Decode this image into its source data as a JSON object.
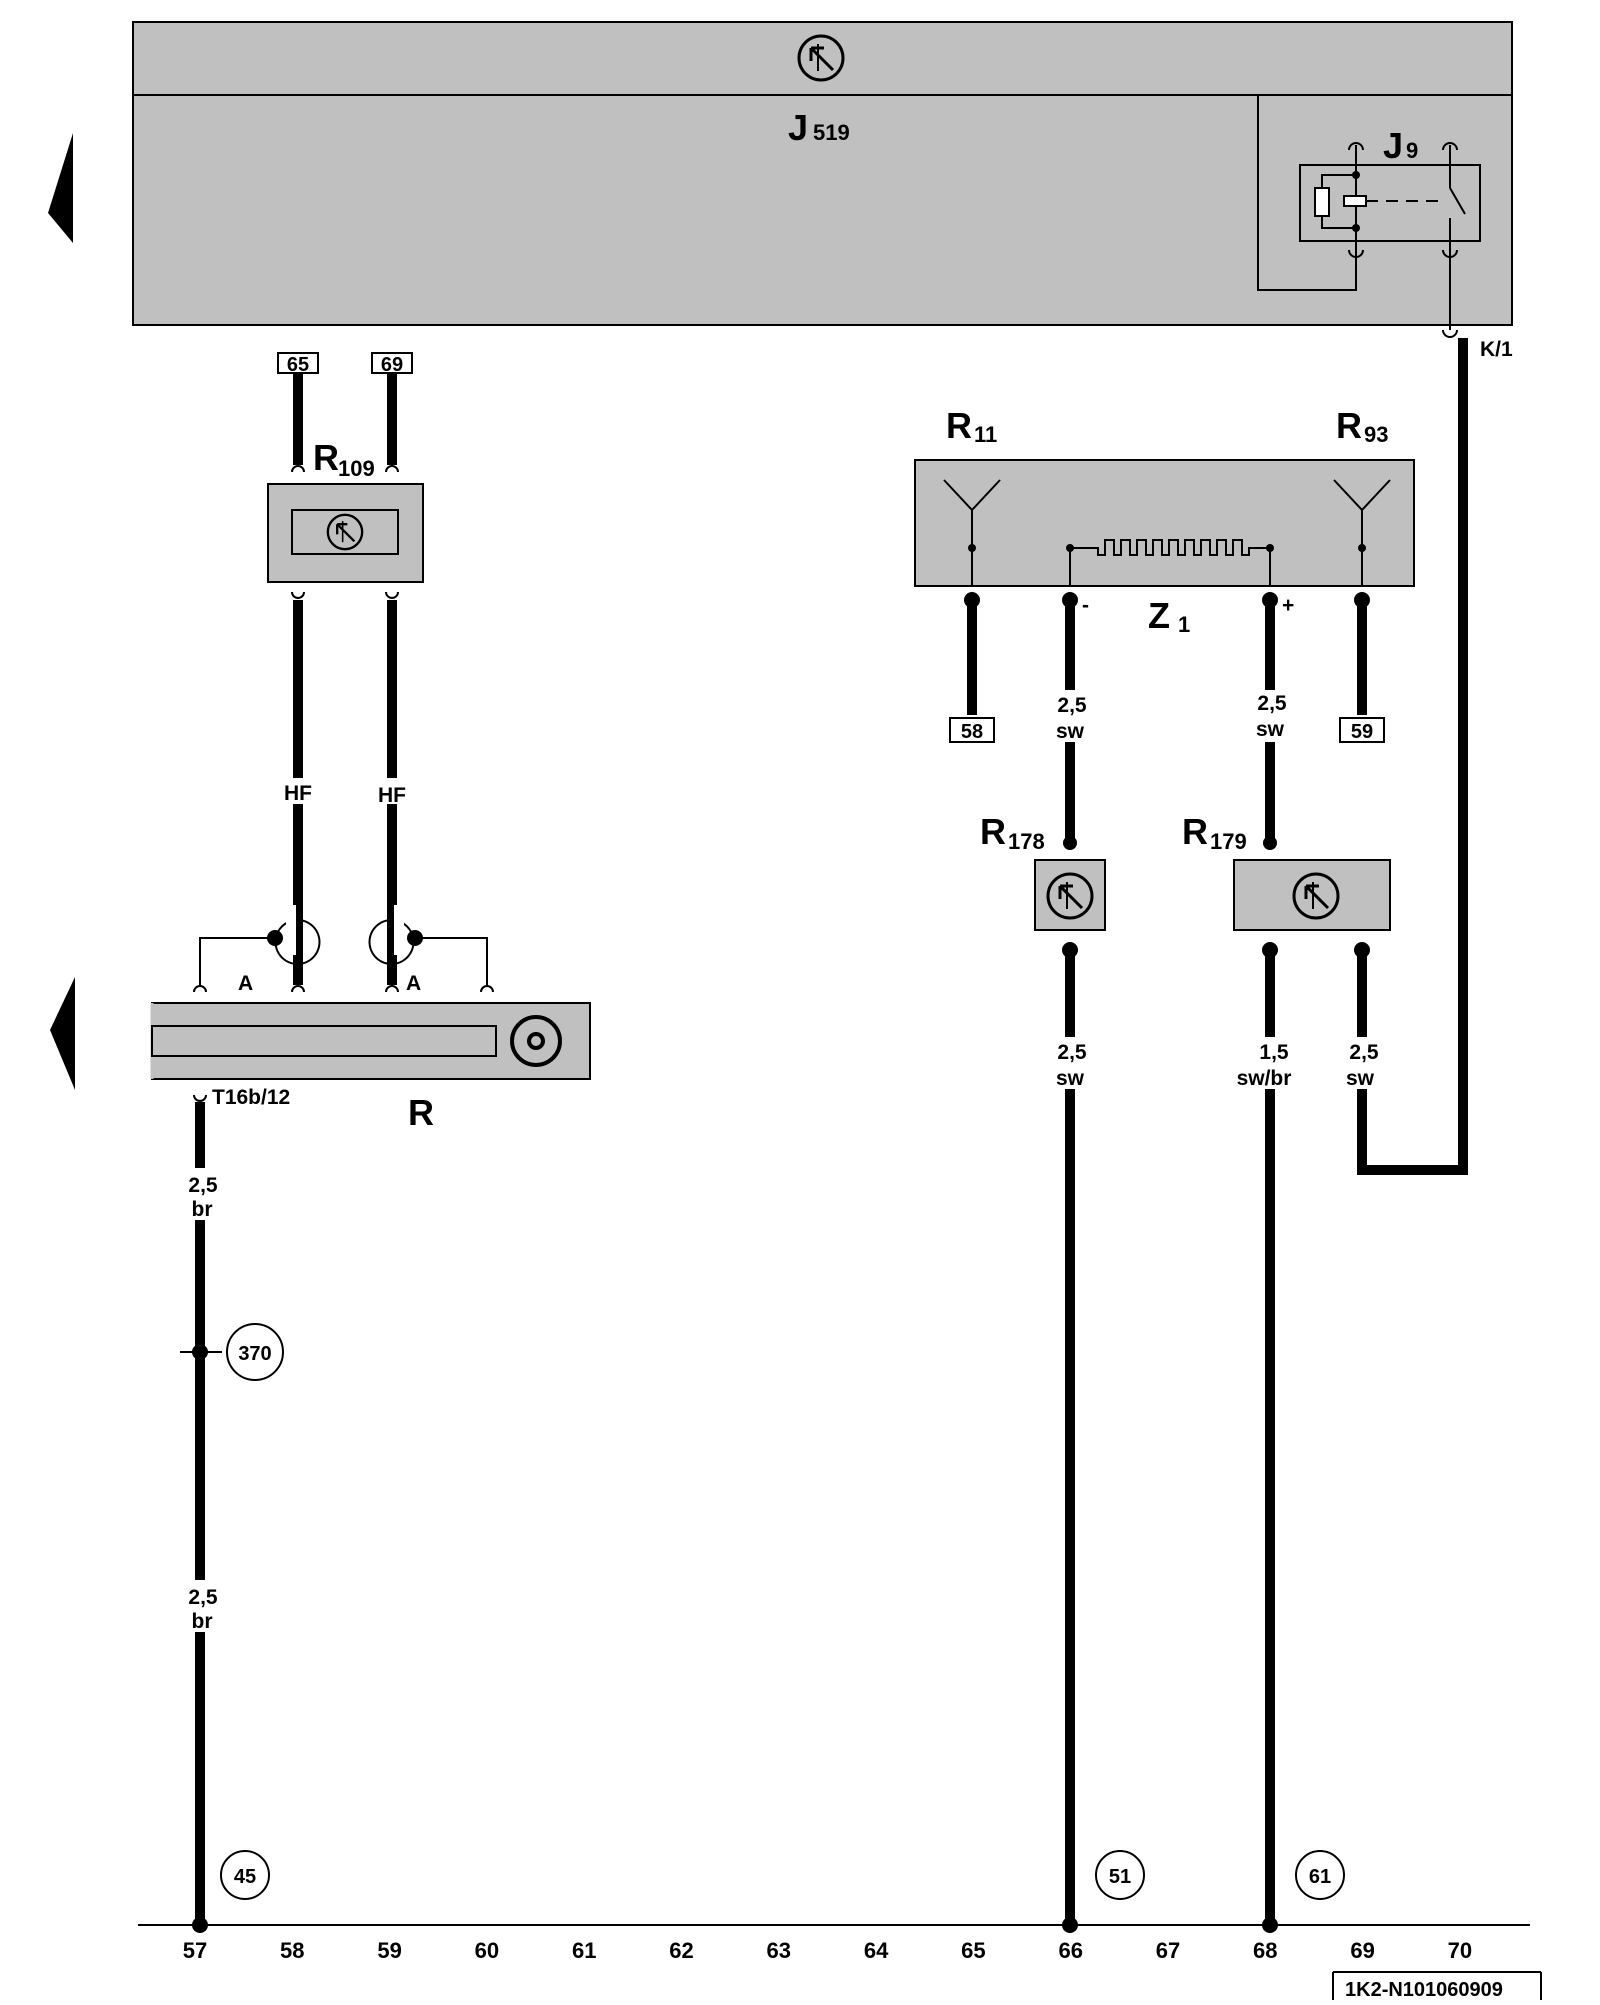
{
  "components": {
    "J519": {
      "main": "J",
      "sub": "519"
    },
    "J9": {
      "main": "J",
      "sub": "9"
    },
    "R109": {
      "main": "R",
      "sub": "109"
    },
    "R11": {
      "main": "R",
      "sub": "11"
    },
    "R93": {
      "main": "R",
      "sub": "93"
    },
    "Z1": {
      "main": "Z",
      "sub": "1"
    },
    "R178": {
      "main": "R",
      "sub": "178"
    },
    "R179": {
      "main": "R",
      "sub": "179"
    },
    "R": {
      "main": "R"
    }
  },
  "connectors": {
    "k1": "K/1",
    "t16b": "T16b/12",
    "a_left": "A",
    "a_right": "A",
    "minus": "-",
    "plus": "+"
  },
  "ref_boxes": {
    "r109_left": "65",
    "r109_right": "69",
    "r11": "58",
    "r93": "59"
  },
  "wires": {
    "hf_left": "HF",
    "hf_right": "HF",
    "w57_top": [
      "2,5",
      "br"
    ],
    "w57_bottom": [
      "2,5",
      "br"
    ],
    "z1_minus": [
      "2,5",
      "sw"
    ],
    "z1_plus": [
      "2,5",
      "sw"
    ],
    "r178_out": [
      "2,5",
      "sw"
    ],
    "r179_left": [
      "1,5",
      "sw/br"
    ],
    "r179_right": [
      "2,5",
      "sw"
    ]
  },
  "ground_points": {
    "p370": "370",
    "p45": "45",
    "p51": "51",
    "p61": "61"
  },
  "columns": [
    "57",
    "58",
    "59",
    "60",
    "61",
    "62",
    "63",
    "64",
    "65",
    "66",
    "67",
    "68",
    "69",
    "70"
  ],
  "footer": {
    "code": "1K2-N101060909"
  }
}
